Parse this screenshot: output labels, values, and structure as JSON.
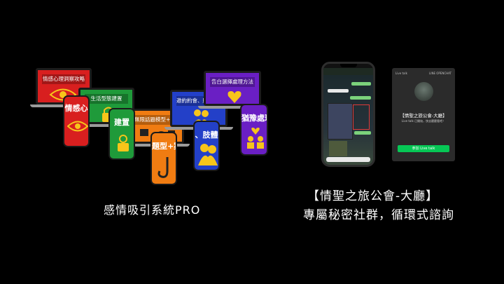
{
  "products": {
    "left_caption": "感情吸引系統PRO",
    "right_caption_line1": "【情聖之旅公會-大廳】",
    "right_caption_line2": "專屬秘密社群，循環式諮詢"
  },
  "colors": {
    "red": "#d81f1f",
    "green": "#1f9a3a",
    "orange": "#f07c12",
    "blue": "#2340c8",
    "purple": "#6a1fc4",
    "yellow": "#f7c51a",
    "accent_green": "#06c755"
  },
  "laptops": {
    "red_title": "情感心理洞察攻略",
    "green_title": "生活型態建置",
    "orange_title": "無限話題模型+案例分析",
    "blue_title": "邀約約會、肢體升溫策略",
    "purple_title": "告白選擇處理方法"
  },
  "phones": {
    "red_text": "情感心",
    "green_text": "建置",
    "orange_text": "題型+案",
    "blue_text": "、肢體",
    "purple_text": "猶豫處理"
  },
  "icons": {
    "eye": "eye-icon",
    "lock": "lock-icon",
    "hook": "hook-icon",
    "couple": "couple-icon",
    "heart": "heart-icon"
  },
  "group_card": {
    "header_left": "Live talk",
    "header_right": "LINE OPENCHAT",
    "name": "【情聖之旅公會-大廳】",
    "subtitle": "Live talk 已開始，快去聽聽看吧！",
    "join_button": "參加 Live talk"
  }
}
